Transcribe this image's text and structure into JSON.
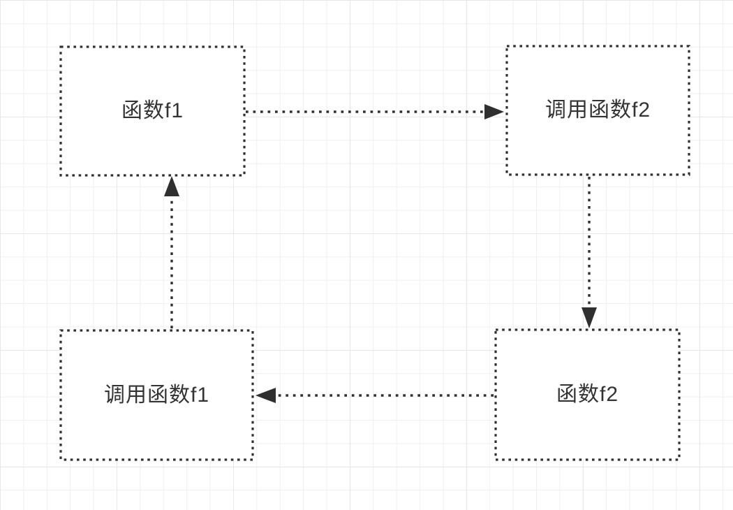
{
  "diagram": {
    "type": "flowchart",
    "colors": {
      "background": "#ffffff",
      "grid_line_minor": "#efeff2",
      "grid_line_major": "#e7e7eb",
      "node_fill": "#ffffff",
      "stroke": "#303030",
      "text": "#333333"
    },
    "nodes": [
      {
        "id": "f1",
        "label": "函数f1"
      },
      {
        "id": "call-f2",
        "label": "调用函数f2"
      },
      {
        "id": "f2",
        "label": "函数f2"
      },
      {
        "id": "call-f1",
        "label": "调用函数f1"
      }
    ],
    "edges": [
      {
        "from": "函数f1",
        "to": "调用函数f2",
        "direction": "right",
        "style": "dotted-arrow"
      },
      {
        "from": "调用函数f2",
        "to": "函数f2",
        "direction": "down",
        "style": "dotted-arrow"
      },
      {
        "from": "函数f2",
        "to": "调用函数f1",
        "direction": "left",
        "style": "dotted-arrow"
      },
      {
        "from": "调用函数f1",
        "to": "函数f1",
        "direction": "up",
        "style": "dotted-arrow"
      }
    ]
  }
}
